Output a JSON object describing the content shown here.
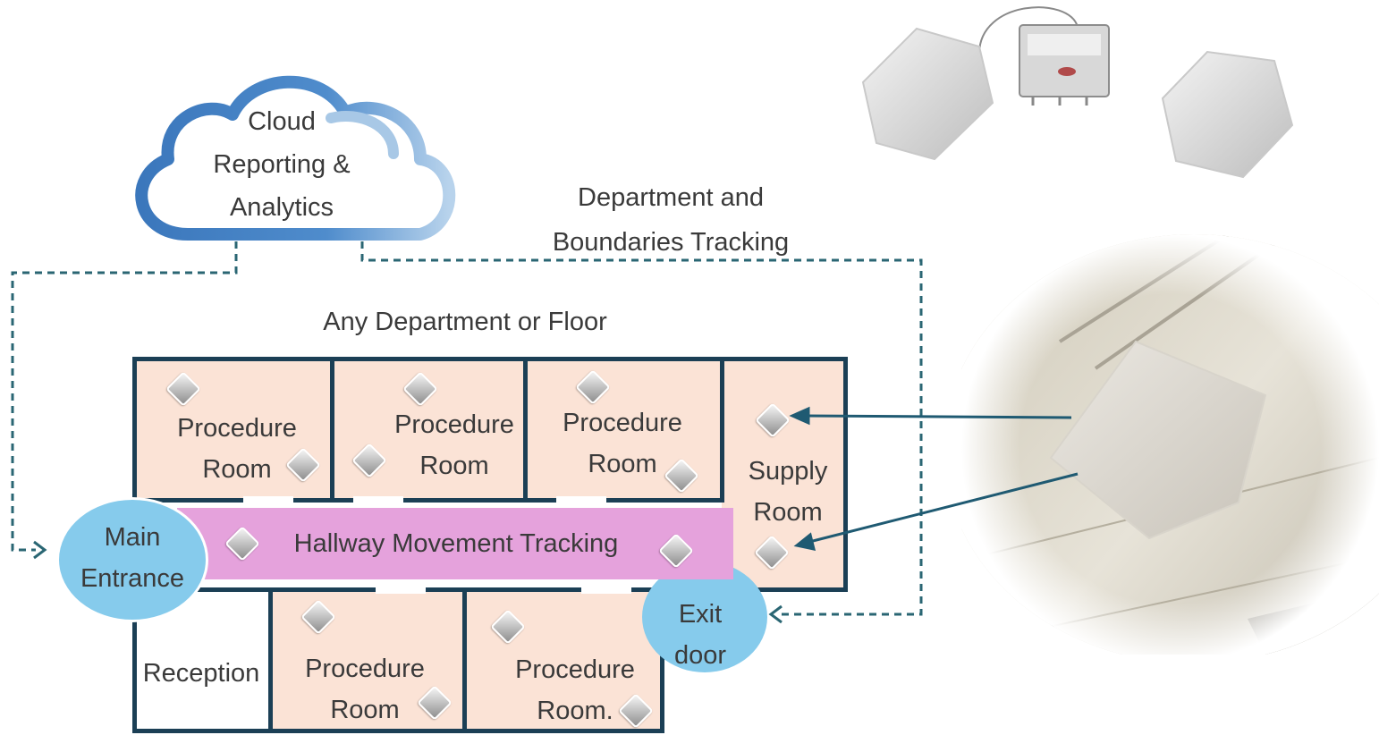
{
  "cloud": {
    "line1": "Cloud",
    "line2": "Reporting &",
    "line3": "Analytics"
  },
  "tracking_label": {
    "line1": "Department and",
    "line2": "Boundaries Tracking"
  },
  "floor_label": "Any Department or Floor",
  "rooms": {
    "top1": {
      "line1": "Procedure",
      "line2": "Room"
    },
    "top2": {
      "line1": "Procedure",
      "line2": "Room"
    },
    "top3": {
      "line1": "Procedure",
      "line2": "Room"
    },
    "supply": {
      "line1": "Supply",
      "line2": "Room"
    },
    "bottom1": {
      "line1": "Procedure",
      "line2": "Room"
    },
    "bottom2": {
      "line1": "Procedure",
      "line2": "Room."
    },
    "reception": "Reception"
  },
  "hallway": "Hallway Movement Tracking",
  "main_entrance": {
    "line1": "Main",
    "line2": "Entrance"
  },
  "exit_door": {
    "line1": "Exit",
    "line2": "door"
  },
  "colors": {
    "room_fill": "#fbe3d6",
    "wall": "#1b3f55",
    "hallway": "#e5a2dc",
    "entrance": "#86cbec",
    "connector": "#2a6673",
    "cloud_dark": "#3b77bc",
    "cloud_light": "#a8c8e6"
  },
  "icons": [
    "cloud-icon",
    "rfid-reader-photo",
    "ceiling-antenna-photo",
    "rfid-sensor-icon"
  ]
}
